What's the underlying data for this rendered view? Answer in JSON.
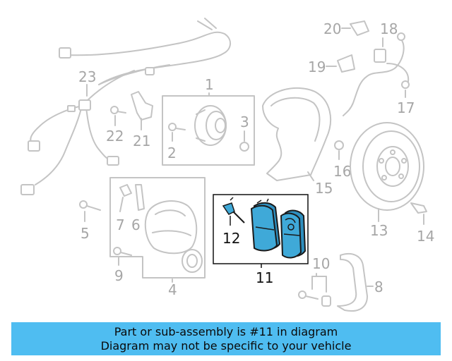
{
  "callouts": {
    "n1": "1",
    "n2": "2",
    "n3": "3",
    "n4": "4",
    "n5": "5",
    "n6": "6",
    "n7": "7",
    "n8": "8",
    "n9": "9",
    "n10": "10",
    "n11": "11",
    "n12": "12",
    "n13": "13",
    "n14": "14",
    "n15": "15",
    "n16": "16",
    "n17": "17",
    "n18": "18",
    "n19": "19",
    "n20": "20",
    "n21": "21",
    "n22": "22",
    "n23": "23"
  },
  "highlight": {
    "part": "11",
    "sub_part": "12",
    "color": "#3fa9d8"
  },
  "colors": {
    "banner": "#4fbdf1",
    "ghost_lines": "#c4c4c4",
    "ghost_text": "#a6a6a6"
  },
  "banner": {
    "line1": "Part or sub-assembly is #11 in diagram",
    "line2": "Diagram may not be specific to your vehicle"
  }
}
